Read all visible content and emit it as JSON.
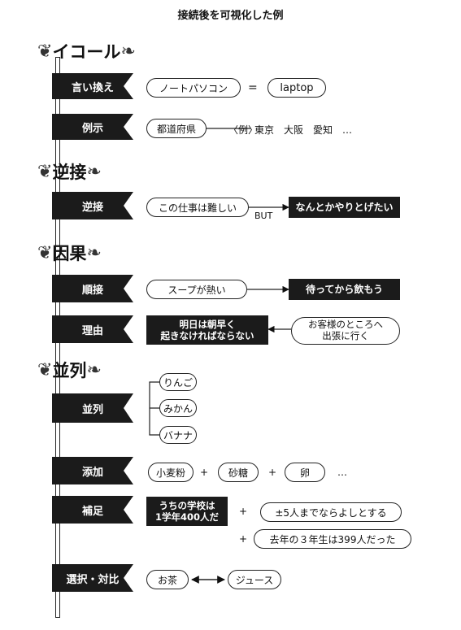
{
  "title": "接続後を可視化した例",
  "sections": {
    "equal": "イコール",
    "adversative": "逆接",
    "causal": "因果",
    "parallel": "並列"
  },
  "flags": {
    "rephrase": "言い換え",
    "example": "例示",
    "adversative": "逆接",
    "sequential": "順接",
    "reason": "理由",
    "parallel": "並列",
    "addition": "添加",
    "supplement": "補足",
    "choice": "選択・対比"
  },
  "rephrase": {
    "left": "ノートパソコン",
    "op": "=",
    "right": "laptop"
  },
  "example": {
    "source": "都道府県",
    "tag": "〈例〉",
    "items": "東京　大阪　愛知　…"
  },
  "adversative": {
    "left": "この仕事は難しい",
    "but": "BUT",
    "right": "なんとかやりとげたい"
  },
  "sequential": {
    "left": "スープが熱い",
    "right": "待ってから飲もう"
  },
  "reason": {
    "left": "明日は朝早く\n起きなければならない",
    "right": "お客様のところへ\n出張に行く"
  },
  "parallel": {
    "items": [
      "りんご",
      "みかん",
      "バナナ"
    ]
  },
  "addition": {
    "items": [
      "小麦粉",
      "砂糖",
      "卵"
    ],
    "plus": "+",
    "ellipsis": "…"
  },
  "supplement": {
    "main": "うちの学校は\n1学年400人だ",
    "plus": "+",
    "notes": [
      "±5人までならよしとする",
      "去年の３年生は399人だった"
    ]
  },
  "choice": {
    "left": "お茶",
    "right": "ジュース"
  },
  "laurel_left": "❦",
  "laurel_right": "❧"
}
